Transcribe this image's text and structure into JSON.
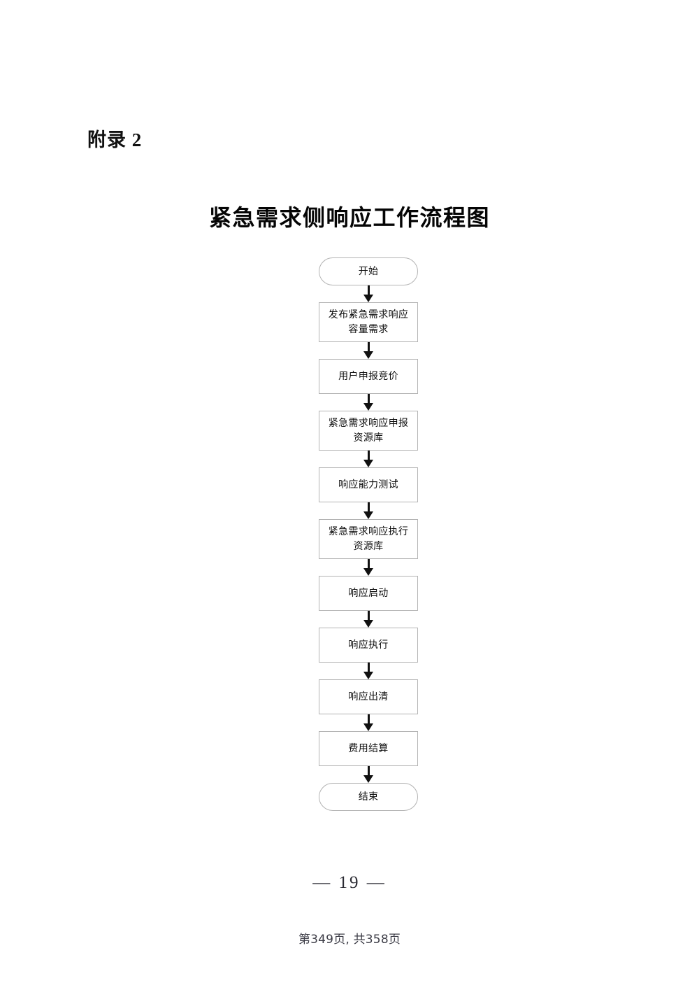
{
  "document": {
    "appendix_label": "附录 2",
    "title": "紧急需求侧响应工作流程图"
  },
  "flowchart": {
    "type": "flowchart",
    "orientation": "vertical",
    "node_border_color": "#b3b3b3",
    "node_fill_color": "#ffffff",
    "arrow_color": "#111111",
    "nodes": [
      {
        "id": "start",
        "shape": "rounded-terminal",
        "label": "开始",
        "lines": 1
      },
      {
        "id": "publish",
        "shape": "rectangle",
        "label": "发布紧急需求响应\n容量需求",
        "lines": 2
      },
      {
        "id": "bid",
        "shape": "rectangle",
        "label": "用户申报竞价",
        "lines": 1
      },
      {
        "id": "declare-pool",
        "shape": "rectangle",
        "label": "紧急需求响应申报\n资源库",
        "lines": 2
      },
      {
        "id": "capability",
        "shape": "rectangle",
        "label": "响应能力测试",
        "lines": 1
      },
      {
        "id": "exec-pool",
        "shape": "rectangle",
        "label": "紧急需求响应执行\n资源库",
        "lines": 2
      },
      {
        "id": "launch",
        "shape": "rectangle",
        "label": "响应启动",
        "lines": 1
      },
      {
        "id": "execute",
        "shape": "rectangle",
        "label": "响应执行",
        "lines": 1
      },
      {
        "id": "clearing",
        "shape": "rectangle",
        "label": "响应出清",
        "lines": 1
      },
      {
        "id": "settlement",
        "shape": "rectangle",
        "label": "费用结算",
        "lines": 1
      },
      {
        "id": "end",
        "shape": "rounded-terminal",
        "label": "结束",
        "lines": 1
      }
    ],
    "edges": [
      {
        "from": "start",
        "to": "publish",
        "style": "arrow-down"
      },
      {
        "from": "publish",
        "to": "bid",
        "style": "arrow-down"
      },
      {
        "from": "bid",
        "to": "declare-pool",
        "style": "arrow-down"
      },
      {
        "from": "declare-pool",
        "to": "capability",
        "style": "arrow-down"
      },
      {
        "from": "capability",
        "to": "exec-pool",
        "style": "arrow-down"
      },
      {
        "from": "exec-pool",
        "to": "launch",
        "style": "arrow-down"
      },
      {
        "from": "launch",
        "to": "execute",
        "style": "arrow-down"
      },
      {
        "from": "execute",
        "to": "clearing",
        "style": "arrow-down"
      },
      {
        "from": "clearing",
        "to": "settlement",
        "style": "arrow-down"
      },
      {
        "from": "settlement",
        "to": "end",
        "style": "arrow-down"
      }
    ]
  },
  "footer": {
    "page_number": "— 19 —",
    "page_counter": "第349页, 共358页"
  }
}
